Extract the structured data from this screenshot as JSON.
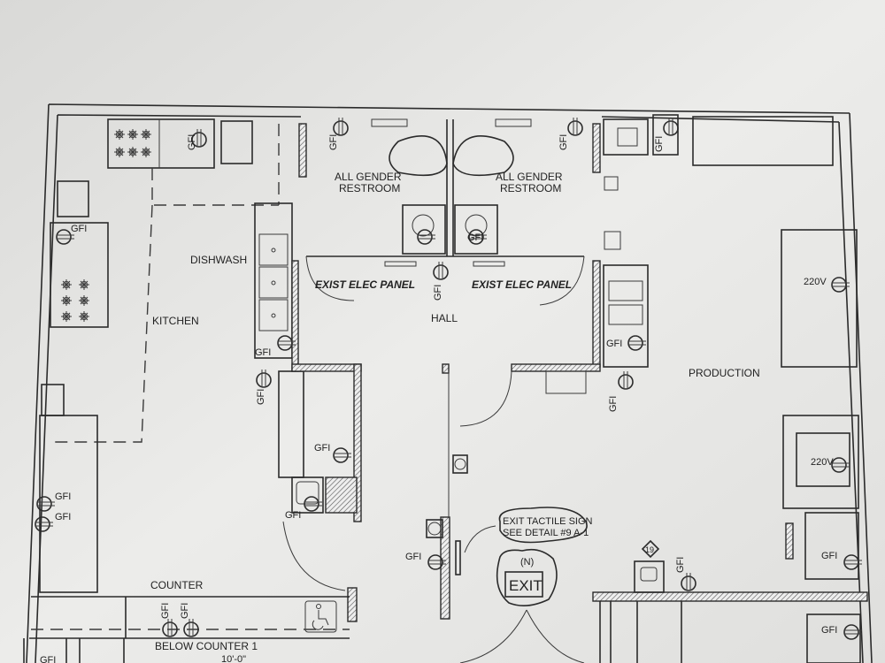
{
  "plan": {
    "rooms": {
      "restroom_left": [
        "ALL GENDER",
        "RESTROOM"
      ],
      "restroom_right": [
        "ALL GENDER",
        "RESTROOM"
      ],
      "dishwash": "DISHWASH",
      "kitchen": "KITCHEN",
      "hall": "HALL",
      "production": "PRODUCTION",
      "counter": "COUNTER"
    },
    "elec_panel_left": "EXIST ELEC PANEL",
    "elec_panel_right": "EXIST ELEC PANEL",
    "gfi_label": "GFI",
    "voltage_label": "220V",
    "below_counter": "BELOW COUNTER 1",
    "dimension": "10'-0\"",
    "callout": [
      "EXIT TACTILE SIGN",
      "SEE DETAIL #9 A-1"
    ],
    "exit_sign_tag": "(N)",
    "exit_sign": "EXIT",
    "detail_tag": "19",
    "icons": [
      "wheelchair-accessible-icon",
      "stove-burner-icon",
      "sink-icon",
      "gfi-outlet-icon",
      "door-swing-icon"
    ]
  }
}
